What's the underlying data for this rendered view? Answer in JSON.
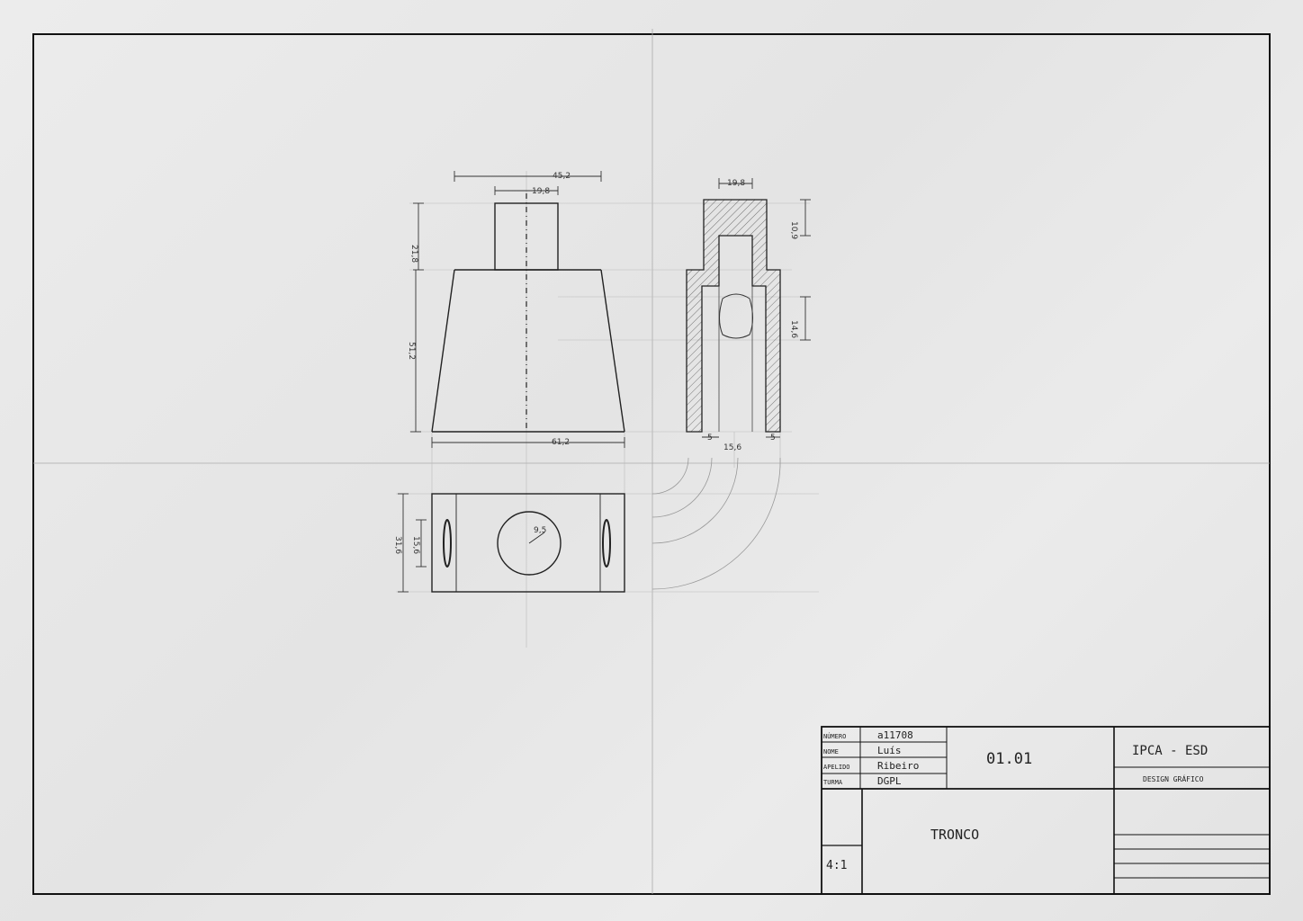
{
  "drawing": {
    "dimensions": {
      "top_width": "45,2",
      "neck_width": "19,8",
      "neck_height": "21,8",
      "body_height": "51,2",
      "base_width": "61,2",
      "section_top_width": "19,8",
      "section_top_height": "10,9",
      "section_mid_height": "14,6",
      "wall_left": "5",
      "wall_right": "5",
      "section_bottom": "15,6",
      "bottom_depth": "31,6",
      "bottom_inner": "15,6",
      "hole_diameter": "9,5"
    }
  },
  "title_block": {
    "labels": [
      "NÚMERO",
      "NOME",
      "APELIDO",
      "TURMA"
    ],
    "values": [
      "a11708",
      "Luís",
      "Ribeiro",
      "DGPL"
    ],
    "sheet_number": "01.01",
    "institution": "IPCA - ESD",
    "course": "DESIGN GRÁFICO",
    "title": "TRONCO",
    "scale": "4:1"
  }
}
